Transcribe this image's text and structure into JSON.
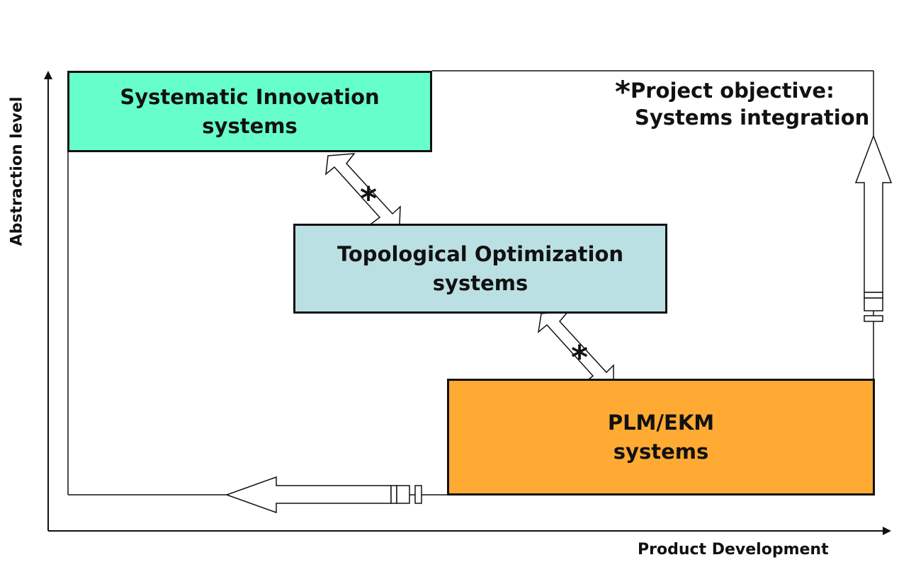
{
  "diagram": {
    "axes": {
      "y_label": "Abstraction level",
      "x_label": "Product Development"
    },
    "boxes": {
      "innovation": {
        "line1": "Systematic Innovation",
        "line2": "systems",
        "fill": "#66ffcc"
      },
      "topo": {
        "line1": "Topological Optimization",
        "line2": "systems",
        "fill": "#bbe0e3"
      },
      "plm": {
        "line1": "PLM/EKM",
        "line2": "systems",
        "fill": "#ffaa33"
      }
    },
    "objective": {
      "star": "*",
      "line1": "Project objective:",
      "line2": "Systems integration"
    },
    "connector_marks": {
      "upper": "*",
      "lower": "*"
    }
  }
}
